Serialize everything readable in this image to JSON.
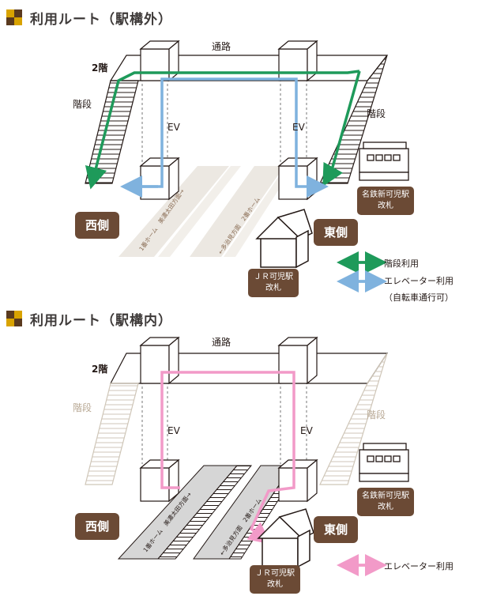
{
  "top": {
    "heading": "利用ルート（駅構外）",
    "labels": {
      "floor2": "2階",
      "corridor": "通路",
      "stairs_left": "階段",
      "stairs_right": "階段",
      "ev_left": "EV",
      "ev_right": "EV",
      "platform1": "1番ホーム　美濃太田方面→",
      "platform2": "←多治見方面　2番ホーム",
      "west": "西側",
      "east": "東側"
    },
    "gates": {
      "meitetsu_line1": "名鉄新可児駅",
      "meitetsu_line2": "改札",
      "jr_line1": "ＪＲ可児駅",
      "jr_line2": "改札"
    },
    "legend": {
      "stairs_label": "階段利用",
      "elevator_label": "エレベーター利用",
      "elevator_note": "（自転車通行可）"
    }
  },
  "bottom": {
    "heading": "利用ルート（駅構内）",
    "labels": {
      "floor2": "2階",
      "corridor": "通路",
      "stairs_left": "階段",
      "stairs_right": "階段",
      "ev_left": "EV",
      "ev_right": "EV",
      "platform1": "1番ホーム　美濃太田方面→",
      "platform2": "←多治見方面　2番ホーム",
      "west": "西側",
      "east": "東側"
    },
    "gates": {
      "meitetsu_line1": "名鉄新可児駅",
      "meitetsu_line2": "改札",
      "jr_line1": "ＪＲ可児駅",
      "jr_line2": "改札"
    },
    "legend": {
      "elevator_label": "エレベーター利用"
    }
  },
  "colors": {
    "brown": "#6b4a35",
    "green_route": "#1e9a5a",
    "blue_route": "#7fb2de",
    "pink_route": "#f29ac8",
    "icon_dark": "#5a3a1f",
    "icon_gold": "#d9a300"
  }
}
